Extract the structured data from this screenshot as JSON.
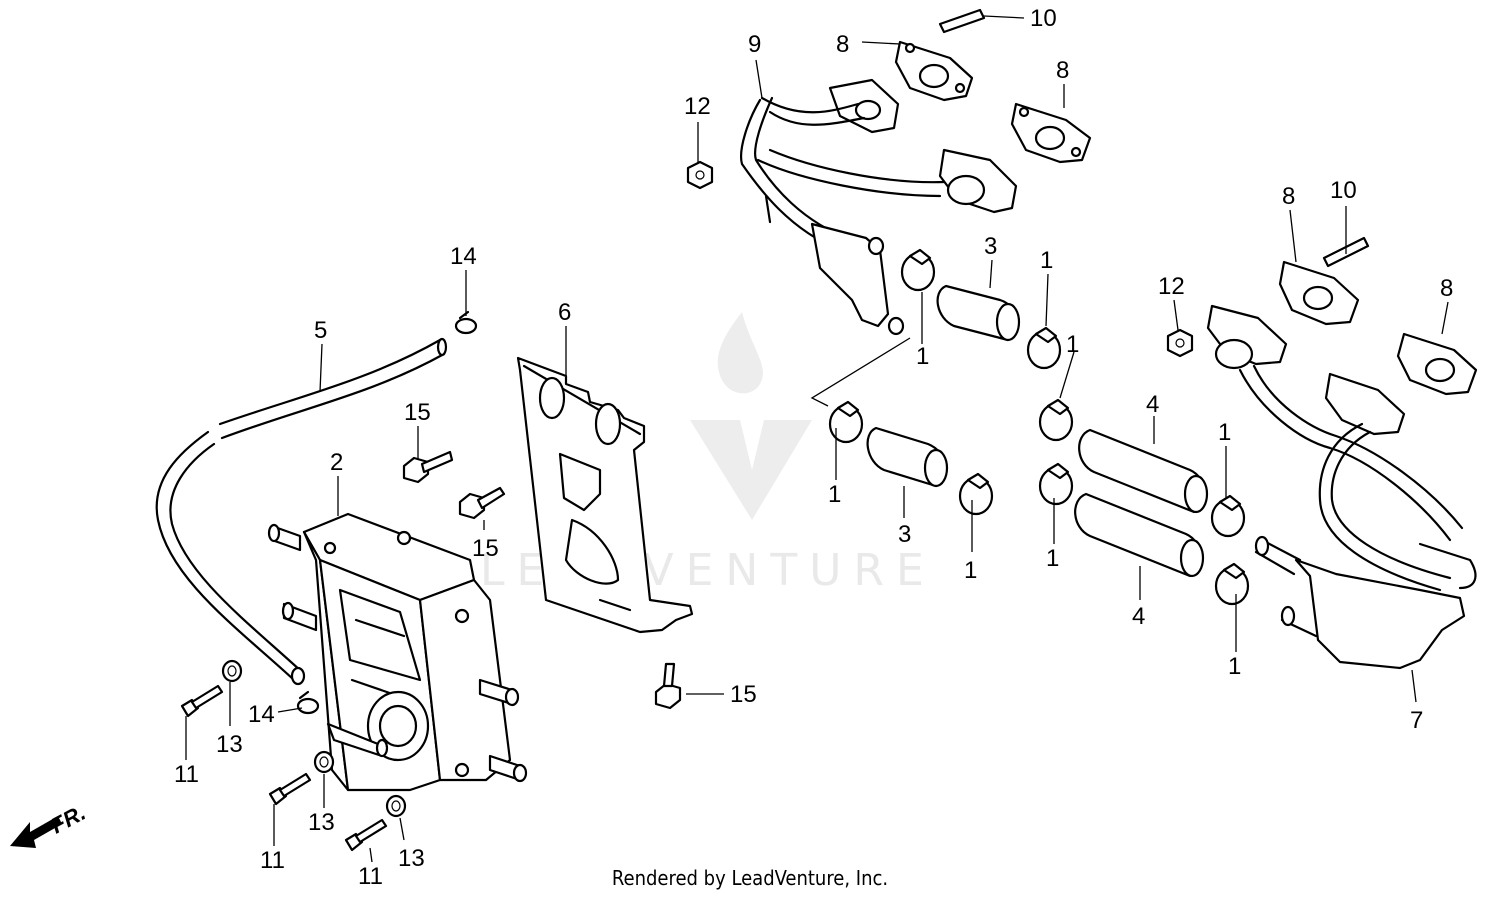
{
  "footer": {
    "text": "Rendered by LeadVenture, Inc."
  },
  "watermark": {
    "text": "LEADVENTURE"
  },
  "direction": {
    "label": "FR."
  },
  "callouts": [
    {
      "num": "9"
    },
    {
      "num": "8"
    },
    {
      "num": "10"
    },
    {
      "num": "8"
    },
    {
      "num": "12"
    },
    {
      "num": "3"
    },
    {
      "num": "1"
    },
    {
      "num": "1"
    },
    {
      "num": "1"
    },
    {
      "num": "14"
    },
    {
      "num": "5"
    },
    {
      "num": "6"
    },
    {
      "num": "8"
    },
    {
      "num": "10"
    },
    {
      "num": "12"
    },
    {
      "num": "8"
    },
    {
      "num": "1"
    },
    {
      "num": "4"
    },
    {
      "num": "1"
    },
    {
      "num": "15"
    },
    {
      "num": "2"
    },
    {
      "num": "1"
    },
    {
      "num": "3"
    },
    {
      "num": "15"
    },
    {
      "num": "1"
    },
    {
      "num": "1"
    },
    {
      "num": "4"
    },
    {
      "num": "1"
    },
    {
      "num": "7"
    },
    {
      "num": "15"
    },
    {
      "num": "14"
    },
    {
      "num": "13"
    },
    {
      "num": "11"
    },
    {
      "num": "13"
    },
    {
      "num": "11"
    },
    {
      "num": "13"
    },
    {
      "num": "11"
    }
  ],
  "colors": {
    "ink": "#000000",
    "watermark": "#e9e9e9",
    "background": "#ffffff"
  }
}
